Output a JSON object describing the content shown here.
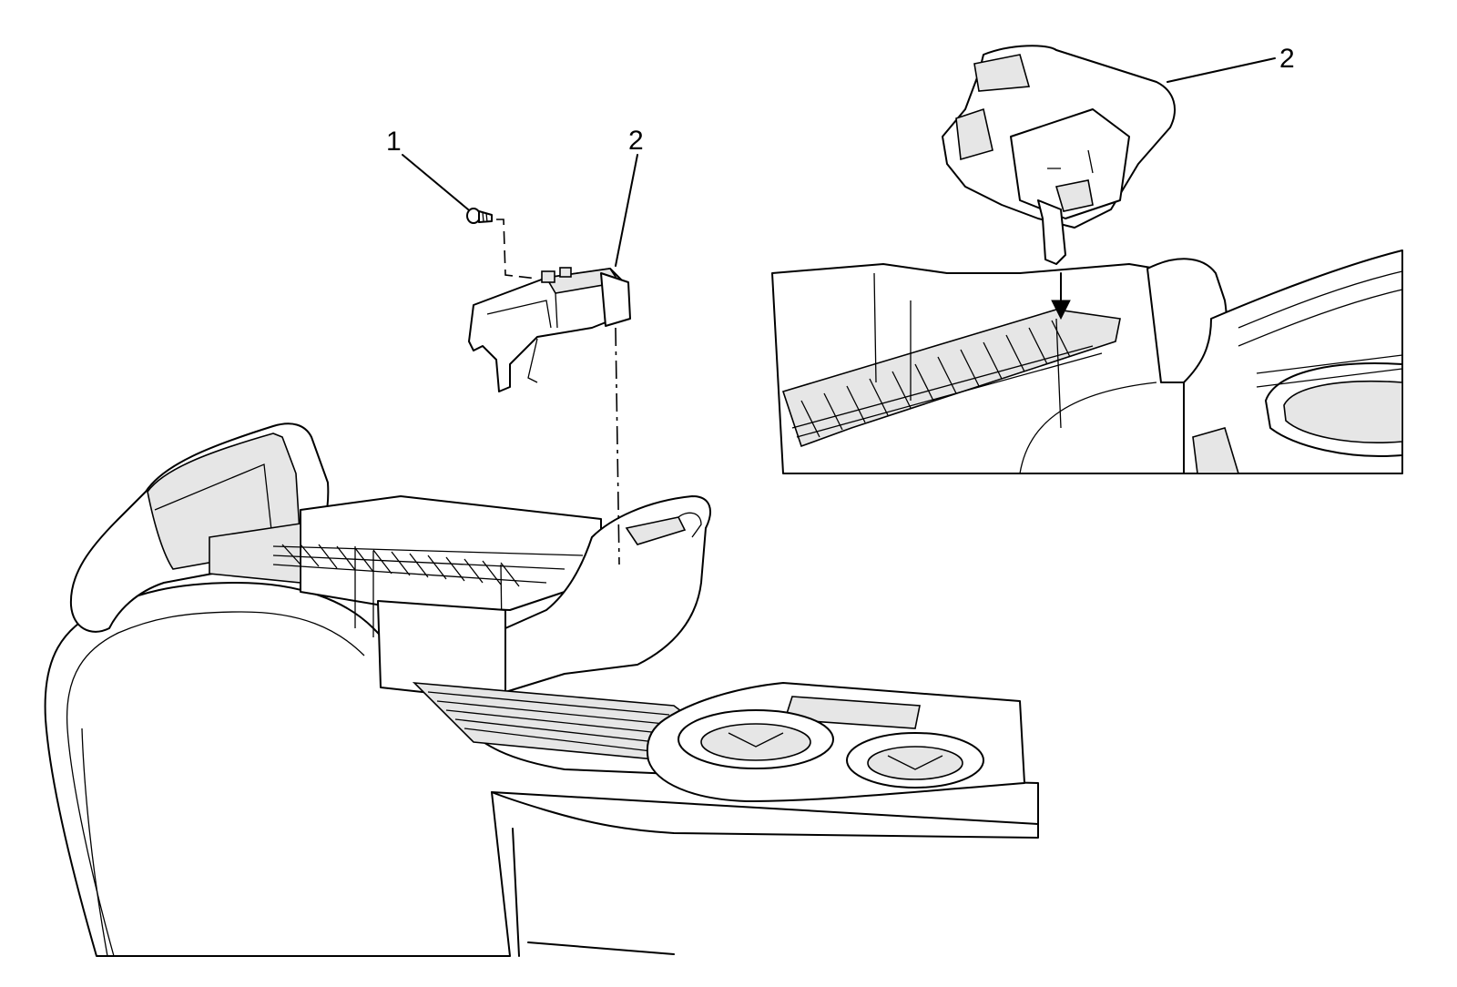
{
  "figure": {
    "callouts": [
      {
        "id": "screw",
        "label": "1"
      },
      {
        "id": "switch-left",
        "label": "2"
      },
      {
        "id": "switch-right",
        "label": "2"
      }
    ]
  }
}
